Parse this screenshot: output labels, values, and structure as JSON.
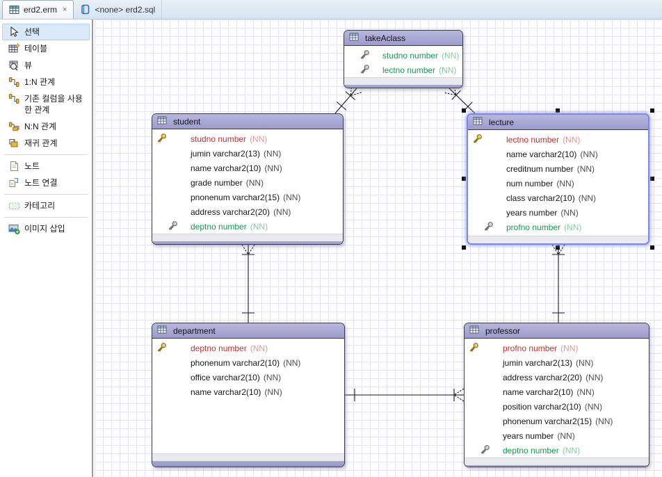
{
  "tabs": [
    {
      "label": "erd2.erm",
      "close_glyph": "×"
    },
    {
      "label": "<none> erd2.sql"
    }
  ],
  "palette": {
    "items": [
      {
        "label": "선택",
        "selected": true
      },
      {
        "label": "테이블"
      },
      {
        "label": "뷰"
      },
      {
        "label": "1:N 관계"
      },
      {
        "label": "기존 컬럼을 사용한 관계"
      },
      {
        "label": "N:N 관계"
      },
      {
        "label": "재귀 관계"
      },
      {
        "label": "노트"
      },
      {
        "label": "노트 연결"
      },
      {
        "label": "카테고리"
      },
      {
        "label": "이미지 삽입"
      }
    ]
  },
  "entities": [
    {
      "name": "takeAclass",
      "columns": [
        {
          "label": "studno number",
          "nn": "(NN)",
          "kind": "pfk"
        },
        {
          "label": "lectno number",
          "nn": "(NN)",
          "kind": "pfk"
        }
      ]
    },
    {
      "name": "student",
      "columns": [
        {
          "label": "studno number",
          "nn": "(NN)",
          "kind": "pk"
        },
        {
          "label": "jumin varchar2(13)",
          "nn": "(NN)",
          "kind": "plain"
        },
        {
          "label": "name varchar2(10)",
          "nn": "(NN)",
          "kind": "plain"
        },
        {
          "label": "grade number",
          "nn": "(NN)",
          "kind": "plain"
        },
        {
          "label": "pnonenum varchar2(15)",
          "nn": "(NN)",
          "kind": "plain"
        },
        {
          "label": "address varchar2(20)",
          "nn": "(NN)",
          "kind": "plain"
        },
        {
          "label": "deptno number",
          "nn": "(NN)",
          "kind": "fk"
        }
      ]
    },
    {
      "name": "lecture",
      "columns": [
        {
          "label": "lectno number",
          "nn": "(NN)",
          "kind": "pk"
        },
        {
          "label": "name varchar2(10)",
          "nn": "(NN)",
          "kind": "plain"
        },
        {
          "label": "creditnum number",
          "nn": "(NN)",
          "kind": "plain"
        },
        {
          "label": "num number",
          "nn": "(NN)",
          "kind": "plain"
        },
        {
          "label": "class varchar2(10)",
          "nn": "(NN)",
          "kind": "plain"
        },
        {
          "label": "years number",
          "nn": "(NN)",
          "kind": "plain"
        },
        {
          "label": "profno number",
          "nn": "(NN)",
          "kind": "fk"
        }
      ]
    },
    {
      "name": "department",
      "columns": [
        {
          "label": "deptno number",
          "nn": "(NN)",
          "kind": "pk"
        },
        {
          "label": "phonenum varchar2(10)",
          "nn": "(NN)",
          "kind": "plain"
        },
        {
          "label": "office varchar2(10)",
          "nn": "(NN)",
          "kind": "plain"
        },
        {
          "label": "name varchar2(10)",
          "nn": "(NN)",
          "kind": "plain"
        }
      ]
    },
    {
      "name": "professor",
      "columns": [
        {
          "label": "profno number",
          "nn": "(NN)",
          "kind": "pk"
        },
        {
          "label": "jumin varchar2(13)",
          "nn": "(NN)",
          "kind": "plain"
        },
        {
          "label": "address varchar2(20)",
          "nn": "(NN)",
          "kind": "plain"
        },
        {
          "label": "name varchar2(10)",
          "nn": "(NN)",
          "kind": "plain"
        },
        {
          "label": "position varchar2(10)",
          "nn": "(NN)",
          "kind": "plain"
        },
        {
          "label": "phonenum varchar2(15)",
          "nn": "(NN)",
          "kind": "plain"
        },
        {
          "label": "years number",
          "nn": "(NN)",
          "kind": "plain"
        },
        {
          "label": "deptno number",
          "nn": "(NN)",
          "kind": "fk"
        }
      ]
    }
  ],
  "relationships": [
    {
      "from": "student",
      "to": "takeAclass",
      "cardinality": "1:N"
    },
    {
      "from": "lecture",
      "to": "takeAclass",
      "cardinality": "1:N"
    },
    {
      "from": "department",
      "to": "student",
      "cardinality": "1:N"
    },
    {
      "from": "professor",
      "to": "lecture",
      "cardinality": "1:N"
    },
    {
      "from": "department",
      "to": "professor",
      "cardinality": "1:N"
    }
  ],
  "selection": {
    "selected_entity": "lecture"
  },
  "colors": {
    "header_purple": "#9c9ccd",
    "pk_red": "#cf2b2b",
    "fk_green": "#0f9d4d",
    "selection_blue": "#7d87e8",
    "grid_line": "#e4e4f0"
  }
}
